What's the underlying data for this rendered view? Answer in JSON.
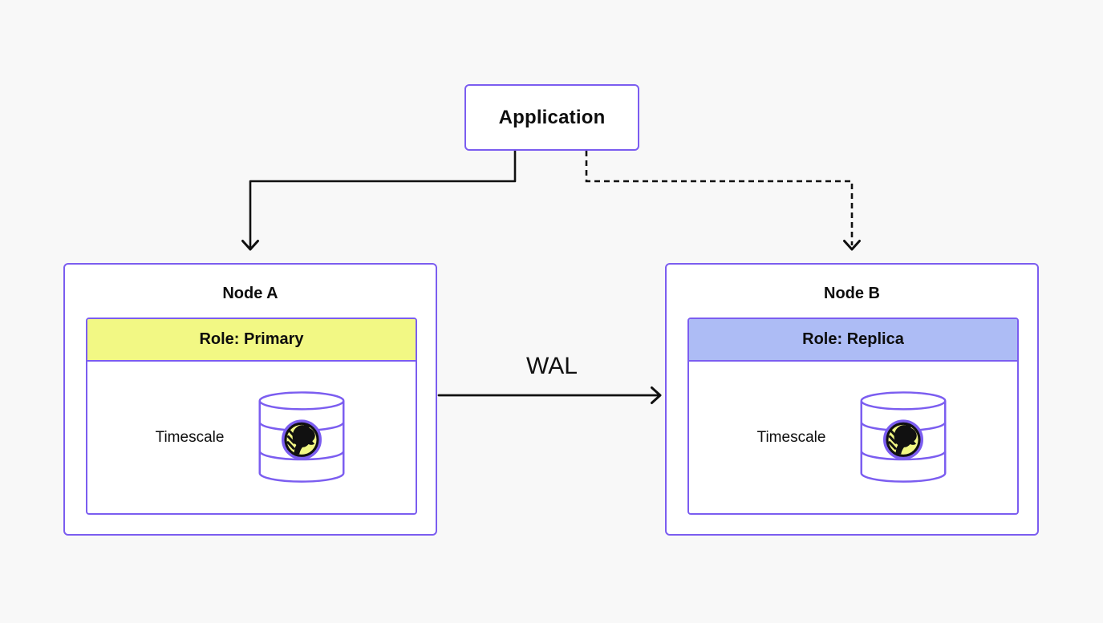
{
  "diagram": {
    "application": {
      "label": "Application"
    },
    "node_a": {
      "title": "Node A",
      "role_label": "Role: Primary",
      "db_label": "Timescale"
    },
    "node_b": {
      "title": "Node B",
      "role_label": "Role: Replica",
      "db_label": "Timescale"
    },
    "wal_label": "WAL",
    "colors": {
      "background": "#f8f8f8",
      "border_purple": "#7b5df0",
      "primary_header_yellow": "#f2f884",
      "replica_header_periwinkle": "#adbcf5",
      "arrow_black": "#111111",
      "logo_yellow": "#f2f884",
      "logo_black": "#111111",
      "box_white": "#ffffff"
    }
  }
}
